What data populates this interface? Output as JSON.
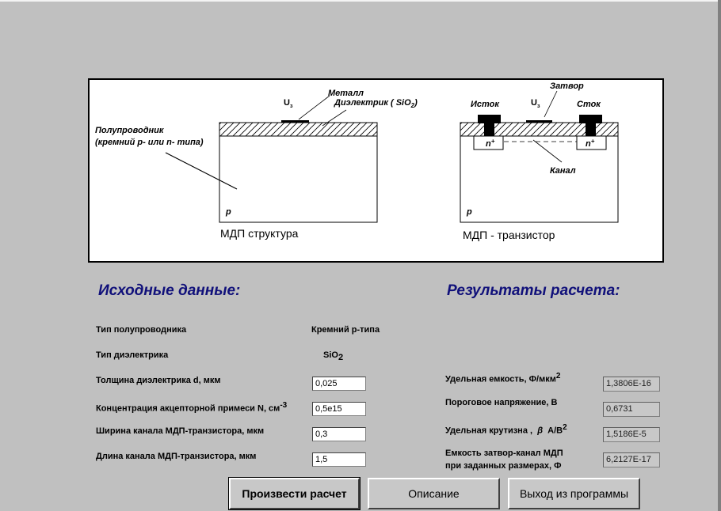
{
  "diagram": {
    "left": {
      "u3": "U",
      "u3_sub": "з",
      "metal": "Металл",
      "dielectric": "Диэлектрик ( SiO",
      "dielectric_sub": "2",
      "dielectric_end": ")",
      "semi_line1": "Полупроводник",
      "semi_line2": "(кремний p- или n- типа)",
      "p": "p",
      "caption": "МДП структура"
    },
    "right": {
      "gate": "Затвор",
      "u3": "U",
      "u3_sub": "з",
      "source": "Исток",
      "drain": "Сток",
      "n_left": "n",
      "n_right": "n",
      "plus": "+",
      "channel": "Канал",
      "p": "p",
      "caption": "МДП - транзистор"
    }
  },
  "input": {
    "heading": "Исходные данные:",
    "semi_type_label": "Тип полупроводника",
    "semi_type_value": "Кремний р-типа",
    "dielectric_type_label": "Тип диэлектрика",
    "dielectric_type_value": "SiO",
    "dielectric_type_sub": "2",
    "thickness_label": "Толщина диэлектрика d, мкм",
    "thickness_value": "0,025",
    "concentration_label": "Концентрация акцепторной примеси N, см",
    "concentration_sup": "-3",
    "concentration_value": "0,5e15",
    "width_label": "Ширина канала МДП-транзистора, мкм",
    "width_value": "0,3",
    "length_label": "Длина канала МДП-транзистора, мкм",
    "length_value": "1,5"
  },
  "results": {
    "heading": "Результаты расчета:",
    "capacity_label": "Удельная емкость, Ф/мкм",
    "capacity_sup": "2",
    "capacity_value": "1,3806E-16",
    "threshold_label": "Пороговое напряжение, В",
    "threshold_value": "0,6731",
    "slope_label": "Удельная крутизна ,",
    "slope_symbol": "β",
    "slope_unit": "А/В",
    "slope_sup": "2",
    "slope_value": "1,5186E-5",
    "gate_cap_line1": "Емкость затвор-канал МДП",
    "gate_cap_line2": "при заданных размерах, Ф",
    "gate_cap_value": "6,2127E-17"
  },
  "buttons": {
    "calculate": "Произвести расчет",
    "description": "Описание",
    "exit": "Выход из программы"
  }
}
